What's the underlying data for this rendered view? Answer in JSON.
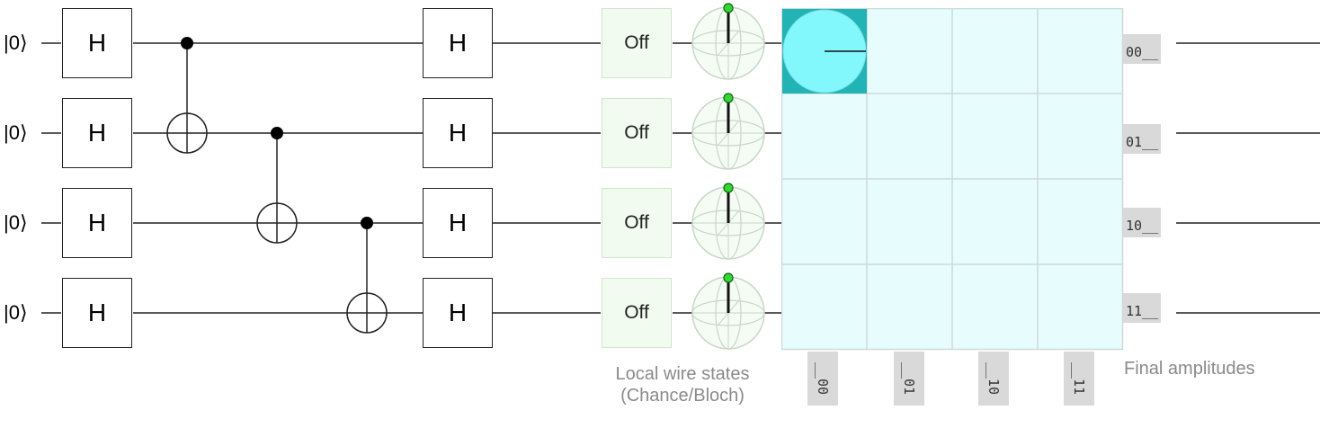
{
  "wires": [
    {
      "input_label": "|0⟩",
      "output_label": "00__",
      "chance": "Off"
    },
    {
      "input_label": "|0⟩",
      "output_label": "01__",
      "chance": "Off"
    },
    {
      "input_label": "|0⟩",
      "output_label": "10__",
      "chance": "Off"
    },
    {
      "input_label": "|0⟩",
      "output_label": "11__",
      "chance": "Off"
    }
  ],
  "gates": {
    "first_column": [
      "H",
      "H",
      "H",
      "H"
    ],
    "last_column": [
      "H",
      "H",
      "H",
      "H"
    ]
  },
  "controls": [
    {
      "control_wire": 0,
      "target_wire": 1
    },
    {
      "control_wire": 1,
      "target_wire": 2
    },
    {
      "control_wire": 2,
      "target_wire": 3
    }
  ],
  "captions": {
    "local_line1": "Local wire states",
    "local_line2": "(Chance/Bloch)",
    "final": "Final amplitudes"
  },
  "amplitude_grid": {
    "column_labels": [
      "__00",
      "__01",
      "__10",
      "__11"
    ],
    "nonzero_cell": {
      "row": 0,
      "col": 0,
      "magnitude": 1.0,
      "phase_deg": 0
    }
  },
  "colors": {
    "grid_bg": "#e6fcfd",
    "grid_border": "#cfd9d9",
    "amp_circle": "#82f7fc",
    "amp_fill": "#21b3b5",
    "chance_bg": "#f1fbef",
    "bloch_tip": "#33d633"
  }
}
